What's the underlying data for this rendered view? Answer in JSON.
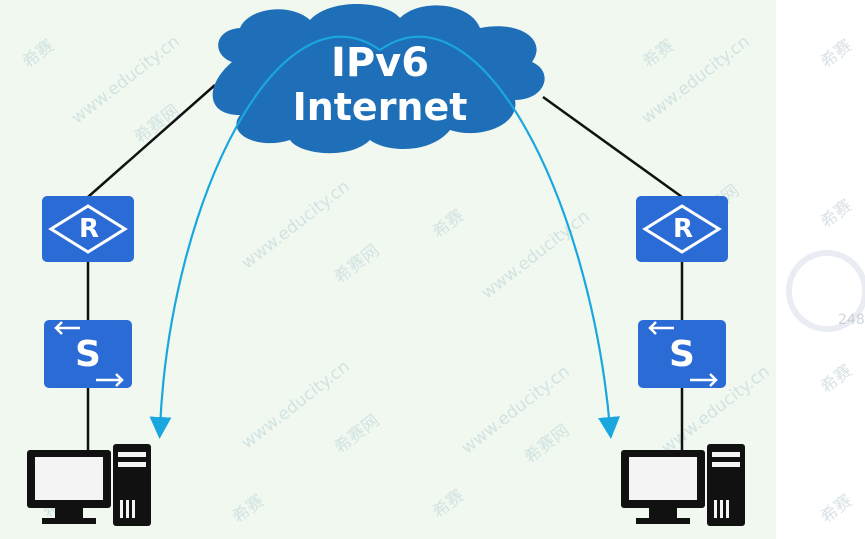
{
  "cloud": {
    "line1": "IPv6",
    "line2": "Internet",
    "fill": "#1f6fb8",
    "text_color": "#ffffff"
  },
  "devices": {
    "router_label": "R",
    "switch_label": "S",
    "device_color": "#2b6bd6",
    "pc_color": "#111111"
  },
  "links": {
    "line_color": "#111111",
    "arrow_color": "#1aa7e0"
  },
  "watermark": {
    "text_domain": "www.educity.cn",
    "text_cn": "希赛网",
    "logo_cn": "希赛"
  },
  "background": "#f1f8f0",
  "side_text": "248"
}
